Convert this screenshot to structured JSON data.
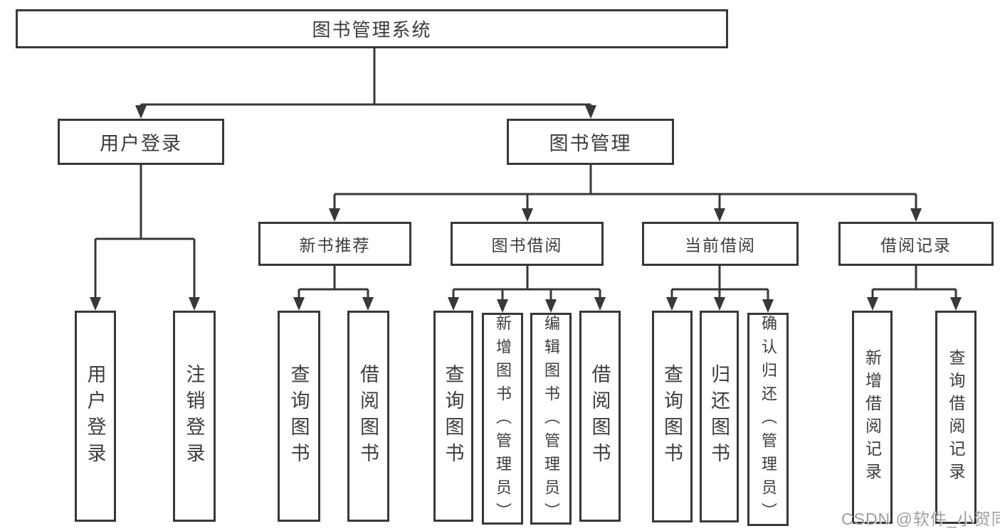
{
  "title": "图书管理系统",
  "watermark": "CSDN @软件_小贺同学",
  "colors": {
    "line": "#383838",
    "text": "#3c3c3c",
    "background": "#ffffff",
    "watermark": "#919191"
  },
  "tree": {
    "label": "图书管理系统",
    "children": [
      {
        "label": "用户登录",
        "children": [
          {
            "label": "用户登录"
          },
          {
            "label": "注销登录"
          }
        ]
      },
      {
        "label": "图书管理",
        "children": [
          {
            "label": "新书推荐",
            "children": [
              {
                "label": "查询图书"
              },
              {
                "label": "借阅图书"
              }
            ]
          },
          {
            "label": "图书借阅",
            "children": [
              {
                "label": "查询图书"
              },
              {
                "label": "新增图书（管理员）"
              },
              {
                "label": "编辑图书（管理员）"
              },
              {
                "label": "借阅图书"
              }
            ]
          },
          {
            "label": "当前借阅",
            "children": [
              {
                "label": "查询图书"
              },
              {
                "label": "归还图书"
              },
              {
                "label": "确认归还（管理员）"
              }
            ]
          },
          {
            "label": "借阅记录",
            "children": [
              {
                "label": "新增借阅记录"
              },
              {
                "label": "查询借阅记录"
              }
            ]
          }
        ]
      }
    ]
  }
}
